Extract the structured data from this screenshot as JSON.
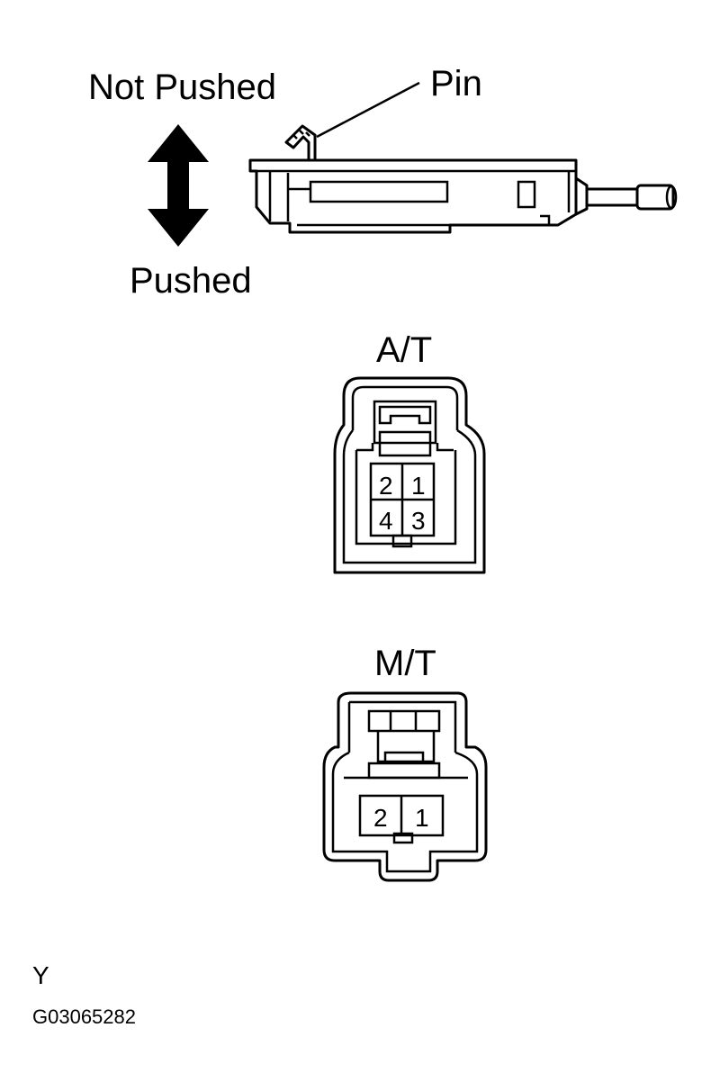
{
  "switch_view": {
    "label_not_pushed": "Not Pushed",
    "label_pushed": "Pushed",
    "label_pin": "Pin"
  },
  "at_connector": {
    "title": "A/T",
    "terminals": [
      "2",
      "1",
      "4",
      "3"
    ]
  },
  "mt_connector": {
    "title": "M/T",
    "terminals": [
      "2",
      "1"
    ]
  },
  "footer": {
    "letter": "Y",
    "code": "G03065282"
  }
}
